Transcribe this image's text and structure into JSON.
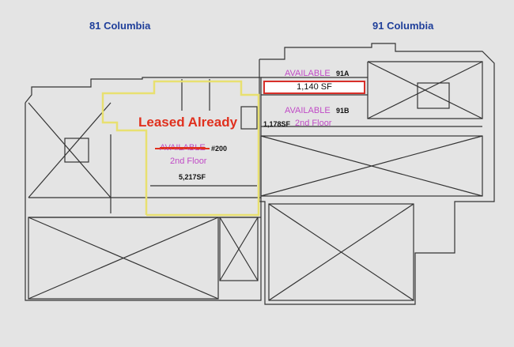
{
  "buildings": {
    "left": "81 Columbia",
    "right": "91 Columbia"
  },
  "suites": {
    "s91a": {
      "status": "AVAILABLE",
      "unit": "91A",
      "area": "1,140 SF"
    },
    "s91b": {
      "status": "AVAILABLE",
      "unit": "91B",
      "area": "1,178SF",
      "floor": "2nd Floor"
    },
    "s200": {
      "status": "AVAILABLE",
      "unit": "#200",
      "floor": "2nd Floor",
      "area": "5,217SF",
      "note": "Leased Already"
    }
  },
  "colors": {
    "title": "#1f3f9a",
    "available": "#c04bc6",
    "leased": "#e0301e",
    "highlight": "#e8e070"
  }
}
